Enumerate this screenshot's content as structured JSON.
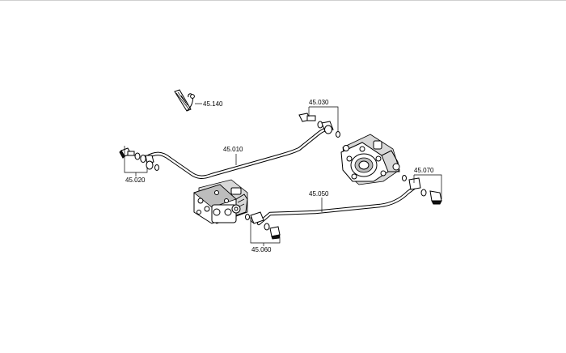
{
  "parts": {
    "p45010": "45.010",
    "p45020": "45.020",
    "p45030": "45.030",
    "p45050": "45.050",
    "p45060": "45.060",
    "p45070": "45.070",
    "p45140": "45.140"
  }
}
